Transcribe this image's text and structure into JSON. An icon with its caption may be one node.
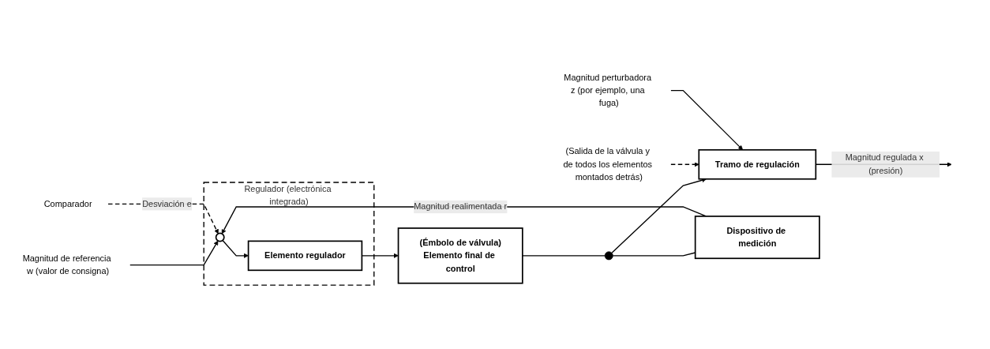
{
  "diagram": {
    "nodes": [
      {
        "text": [
          "Comparador"
        ]
      },
      {
        "text": [
          "Regulador (electrónica integrada)"
        ]
      },
      {
        "text": [
          "Magnitud de referencia w (valor de consigna)"
        ]
      },
      {
        "text": [],
        "shape": "circle",
        "in": 1
      },
      {
        "text": [
          "Elemento regulador"
        ],
        "in": 1
      },
      {
        "text": [
          "(Émbolo de válvula)",
          "Elemento final de control"
        ]
      },
      {
        "text": [],
        "shape": "circle"
      },
      {
        "text": [
          "(Salida de la válvula y de todos los elementos montados detrás)"
        ]
      },
      {
        "text": [
          "Magnitud perturbadora z (por ejemplo, una fuga)"
        ]
      },
      {
        "text": [
          "Tramo de regulación"
        ]
      },
      {
        "text": [
          "Dispositivo de medición"
        ]
      }
    ],
    "edges": [
      {
        "from": 2,
        "to": 3,
        "arrow": "to"
      },
      {
        "from": 0,
        "to": 3,
        "arrow": "to",
        "label": "Desviación e",
        "style": "dashed"
      },
      {
        "from": 3,
        "to": 4,
        "arrow": "to"
      },
      {
        "from": 4,
        "to": 5,
        "arrow": "to"
      },
      {
        "from": 5,
        "to": 6,
        "arrow": "none"
      },
      {
        "from": 6,
        "to": 9,
        "arrow": "to"
      },
      {
        "from": 6,
        "to": 10,
        "arrow": "none"
      },
      {
        "from": 7,
        "to": 9,
        "arrow": "to",
        "style": "dashed"
      },
      {
        "from": 8,
        "to": 9,
        "arrow": "to"
      },
      {
        "from": 9,
        "to": null,
        "arrow": "to",
        "label": "Magnitud regulada x (presión)"
      },
      {
        "from": 10,
        "to": 3,
        "arrow": "to",
        "label": "Magnitud realimentada r"
      }
    ]
  }
}
